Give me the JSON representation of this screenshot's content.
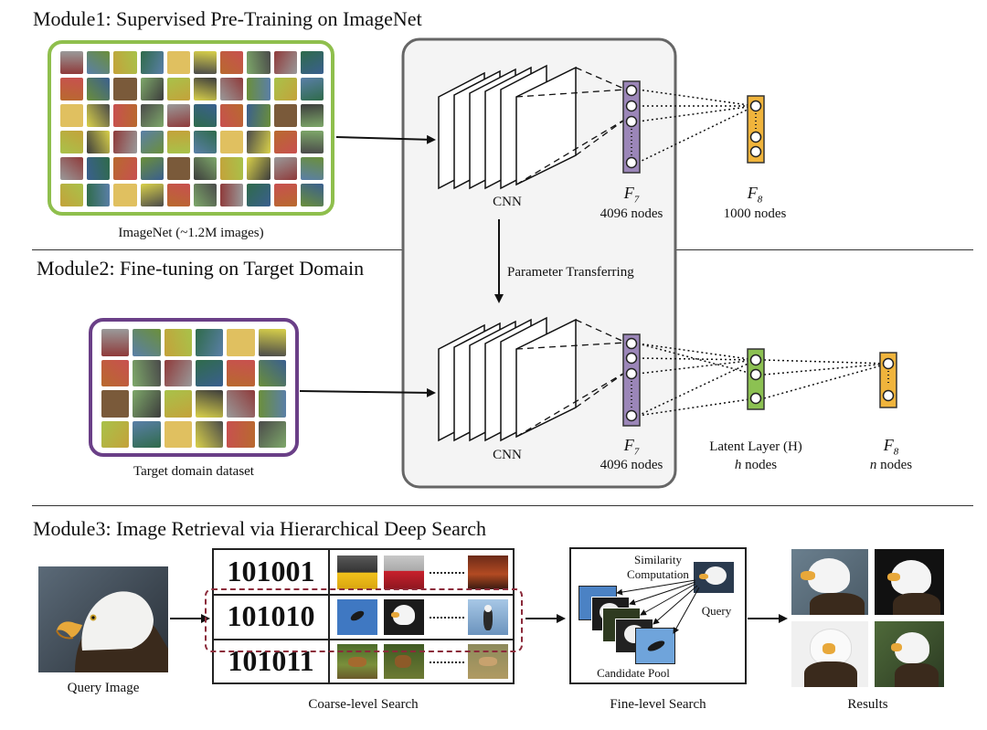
{
  "module1": {
    "title": "Module1: Supervised Pre-Training on ImageNet",
    "dataset_caption": "ImageNet (~1.2M images)",
    "cnn_label": "CNN",
    "f7_label": "F",
    "f7_sub": "7",
    "f7_nodes": "4096 nodes",
    "f8_label": "F",
    "f8_sub": "8",
    "f8_nodes": "1000 nodes"
  },
  "transfer_label": "Parameter Transferring",
  "module2": {
    "title": "Module2: Fine-tuning on Target Domain",
    "dataset_caption": "Target domain dataset",
    "cnn_label": "CNN",
    "f7_label": "F",
    "f7_sub": "7",
    "f7_nodes": "4096 nodes",
    "latent_label": "Latent Layer (H)",
    "latent_nodes_var": "h",
    "latent_nodes_word": " nodes",
    "f8_label": "F",
    "f8_sub": "8",
    "f8_nodes_var": "n",
    "f8_nodes_word": " nodes"
  },
  "module3": {
    "title": "Module3: Image Retrieval via Hierarchical Deep Search",
    "query_caption": "Query Image",
    "codes": [
      "101001",
      "101010",
      "101011"
    ],
    "coarse_caption": "Coarse-level Search",
    "similarity_label_1": "Similarity",
    "similarity_label_2": "Computation",
    "query_label": "Query",
    "candidate_pool_label": "Candidate Pool",
    "fine_caption": "Fine-level Search",
    "results_caption": "Results"
  },
  "colors": {
    "imagenet_border": "#8fbf4d",
    "target_border": "#6a3f87",
    "f7_node": "#9b86b8",
    "f8_node": "#f0b43c",
    "latent_node": "#8cc152",
    "highlight_dash": "#8b2a3a"
  }
}
